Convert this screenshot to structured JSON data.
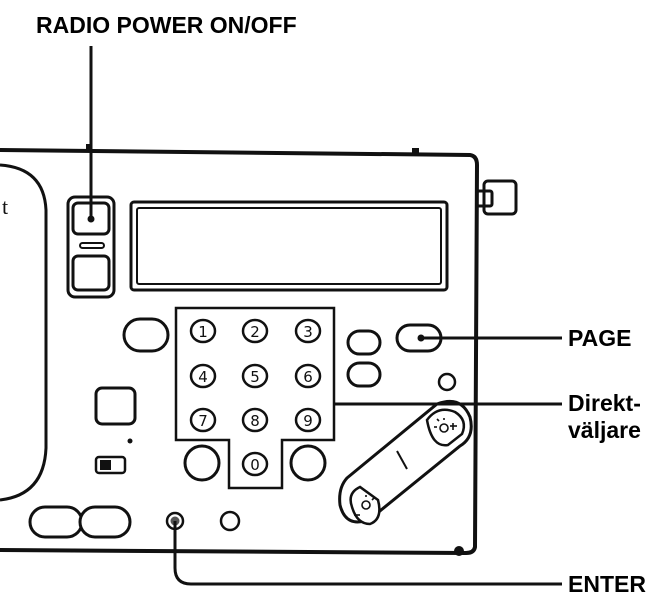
{
  "labels": {
    "radio_power": "RADIO POWER ON/OFF",
    "page": "PAGE",
    "direkt_line1": "Direkt-",
    "direkt_line2": "väljare",
    "enter": "ENTER",
    "edge_text": "t"
  },
  "keypad": {
    "keys": [
      "1",
      "2",
      "3",
      "4",
      "5",
      "6",
      "7",
      "8",
      "9",
      "0"
    ]
  },
  "icons": {
    "light_plus": "light-plus-icon",
    "light_minus": "light-minus-icon"
  }
}
